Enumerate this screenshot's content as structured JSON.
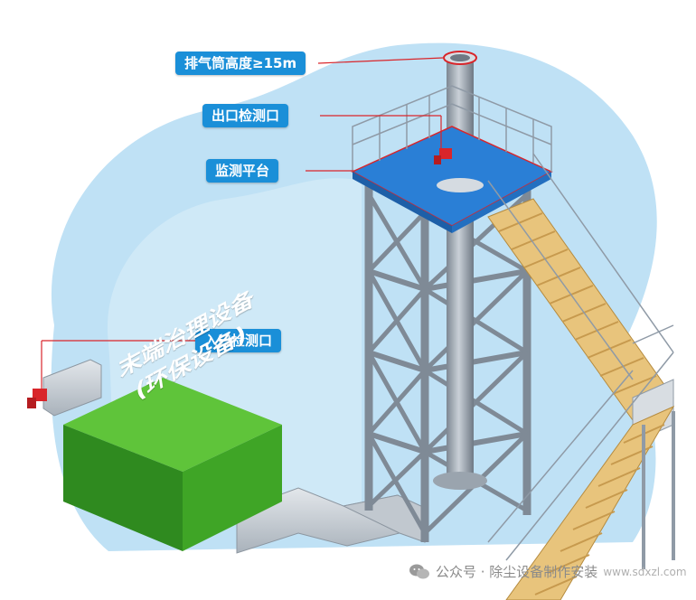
{
  "labels": {
    "stack_height": "排气筒高度≥15m",
    "outlet_port": "出口检测口",
    "monitoring_platform": "监测平台",
    "inlet_port": "入口检测口"
  },
  "equipment": {
    "line1": "末端治理设备",
    "line2": "(环保设备)"
  },
  "watermark": {
    "account": "公众号 · 除尘设备制作安装",
    "site": "www.sdxzl.com"
  },
  "colors": {
    "background_blob": "#bfe1f5",
    "callout": "#1a8fd8",
    "equipment_top": "#5fc43a",
    "equipment_side": "#2f8a1f",
    "steel": "#8f9aa6",
    "platform": "#2a7fd6",
    "stairs": "#e8c47c",
    "port": "#d9252a"
  }
}
